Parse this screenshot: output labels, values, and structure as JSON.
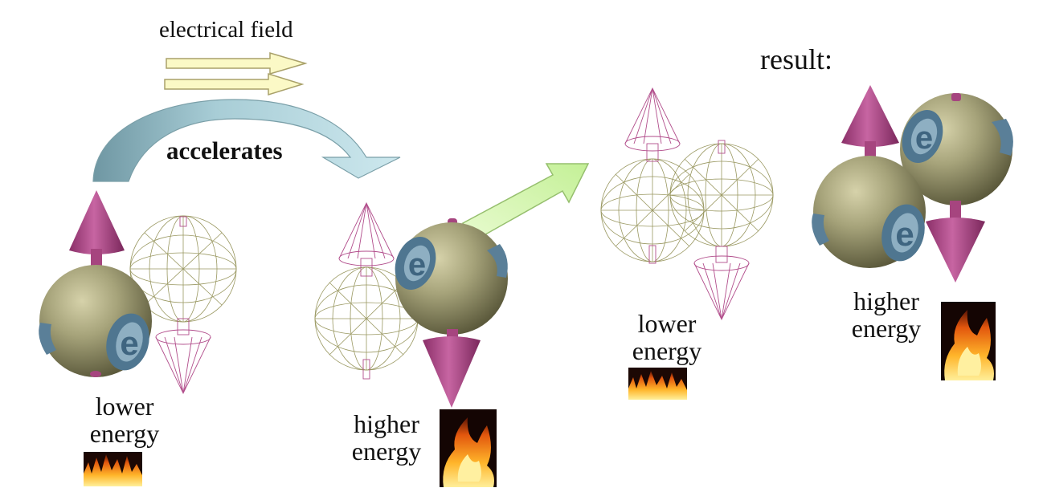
{
  "labels": {
    "field": "electrical field",
    "accelerates": "accelerates",
    "result": "result:",
    "state1": [
      "lower",
      "energy"
    ],
    "state2": [
      "higher",
      "energy"
    ],
    "state3": [
      "lower",
      "energy"
    ],
    "state4": [
      "higher",
      "energy"
    ]
  },
  "electron_letter": "e",
  "colors": {
    "sphere": "#a3a076",
    "sphere_highlight": "#d4d0a7",
    "sphere_shadow": "#5f5c3d",
    "spin_arrow": "#b24e8c",
    "wireframe": "#8f8d50",
    "wire_arrow": "#b24e8c",
    "electron_ring": "#5a7f98",
    "field_arrow_fill": "#fbf9c6",
    "field_arrow_stroke": "#a9a16a",
    "curved_arrow_fill": "#b4d5dc",
    "curved_arrow_dark": "#7ea3ad",
    "move_arrow_fill": "#d7f7b0",
    "move_arrow_stroke": "#96bf6e"
  }
}
